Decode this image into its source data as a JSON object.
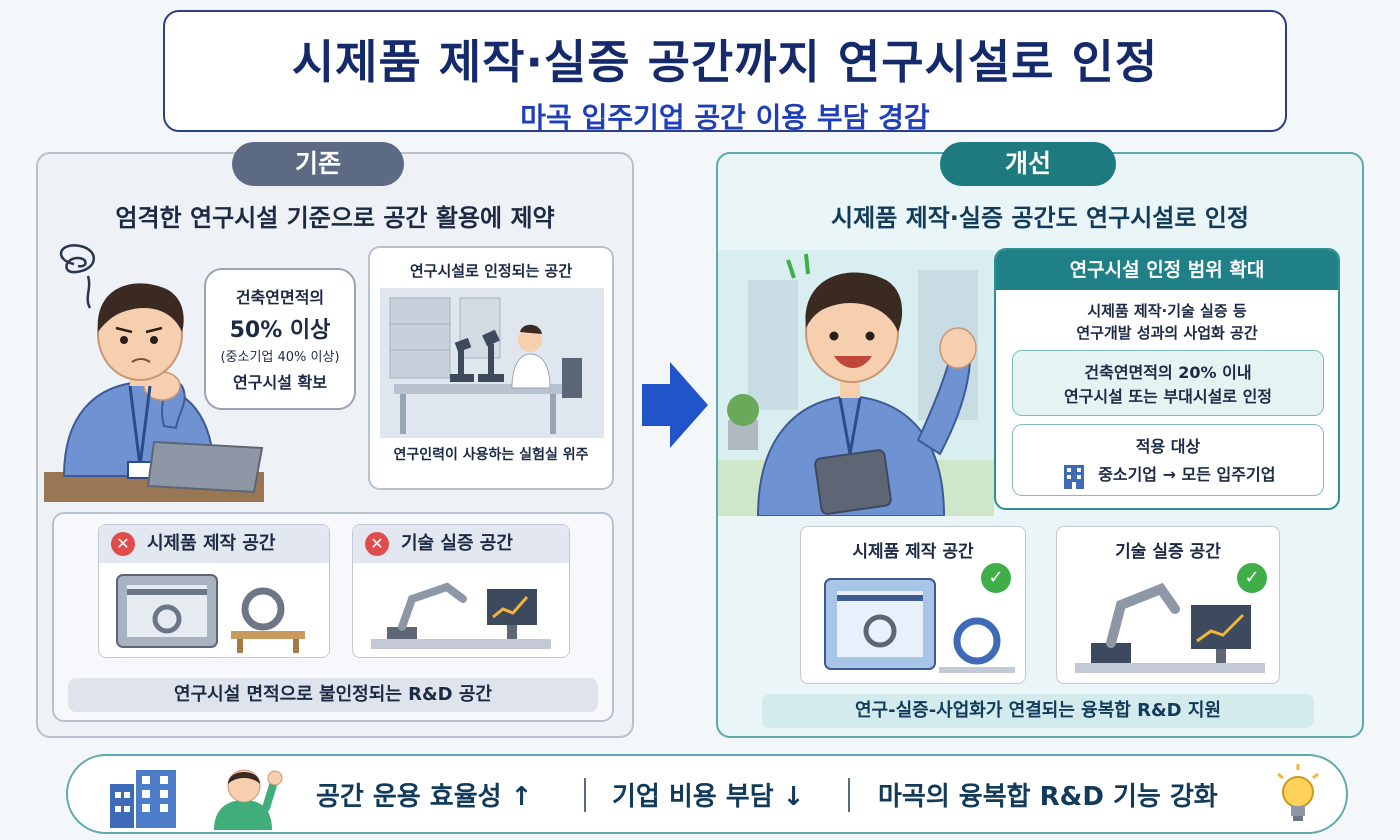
{
  "header": {
    "title": "시제품 제작·실증 공간까지 연구시설로 인정",
    "subtitle": "마곡 입주기업 공간 이용 부담 경감"
  },
  "before": {
    "label": "기존",
    "heading": "엄격한 연구시설 기준으로 공간 활용에 제약",
    "bubble": {
      "line1": "건축연면적의",
      "line2": "50% 이상",
      "line3": "(중소기업 40% 이상)",
      "line4": "연구시설 확보"
    },
    "lab_card": {
      "title": "연구시설로 인정되는 공간",
      "caption": "연구인력이 사용하는 실험실 위주"
    },
    "cards": [
      {
        "label": "시제품 제작 공간",
        "icon": "x-icon"
      },
      {
        "label": "기술 실증 공간",
        "icon": "x-icon"
      }
    ],
    "banner": "연구시설 면적으로 불인정되는 R&D 공간",
    "x_symbol": "✕"
  },
  "after": {
    "label": "개선",
    "heading": "시제품 제작·실증 공간도 연구시설로 인정",
    "scope": {
      "title": "연구시설 인정 범위 확대",
      "desc1": "시제품 제작·기술 실증 등",
      "desc2": "연구개발 성과의 사업화 공간",
      "rule1": "건축연면적의 20% 이내",
      "rule2": "연구시설 또는 부대시설로 인정",
      "target_title": "적용 대상",
      "target_value": "중소기업  → 모든 입주기업"
    },
    "cards": [
      {
        "label": "시제품 제작 공간",
        "icon": "check-icon"
      },
      {
        "label": "기술 실증 공간",
        "icon": "check-icon"
      }
    ],
    "banner": "연구-실증-사업화가 연결되는 융복합 R&D 지원",
    "check_symbol": "✓"
  },
  "footer": {
    "item1": "공간 운용 효율성 ↑",
    "item2": "기업 비용 부담 ↓",
    "item3": "마곡의 융복합 R&D 기능 강화"
  },
  "colors": {
    "navy": "#152a6b",
    "blue": "#1f3fb8",
    "teal": "#1f8187",
    "gray_pill": "#5c6a84",
    "red_x": "#e14d4d",
    "green_check": "#3fae49"
  }
}
